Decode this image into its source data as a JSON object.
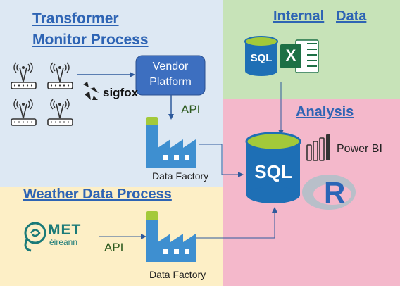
{
  "panels": {
    "transformer": {
      "title_line1": "Transformer",
      "title_line2": "Monitor Process",
      "color": "#dde8f3"
    },
    "internal": {
      "title_word1": "Internal",
      "title_word2": "Data",
      "color": "#c7e3b8"
    },
    "analysis": {
      "title": "Analysis",
      "color": "#f4b8cb"
    },
    "weather": {
      "title": "Weather Data Process",
      "color": "#fdefc6"
    }
  },
  "vendor_platform": {
    "line1": "Vendor",
    "line2": "Platform"
  },
  "sigfox": "sigfox",
  "api_top": "API",
  "api_bottom": "API",
  "data_factory_top": "Data Factory",
  "data_factory_bottom": "Data Factory",
  "sql_small": "SQL",
  "excel_letter": "X",
  "sql_big": "SQL",
  "power_bi": "Power BI",
  "r_letter": "R",
  "met": {
    "line1": "MET",
    "line2": "éireann"
  },
  "colors": {
    "title_blue": "#2e64b4",
    "sql_blue": "#1e6fb5",
    "sql_green": "#a3c93a",
    "excel_green": "#1d7045",
    "factory_blue": "#3e8fd0",
    "vendor_blue": "#3d6fc0"
  },
  "icons": [
    "radio-tower-icon",
    "sigfox-logo-icon",
    "database-sql-icon",
    "excel-icon",
    "data-factory-icon",
    "power-bi-icon",
    "r-logo-icon",
    "met-eireann-logo-icon"
  ]
}
